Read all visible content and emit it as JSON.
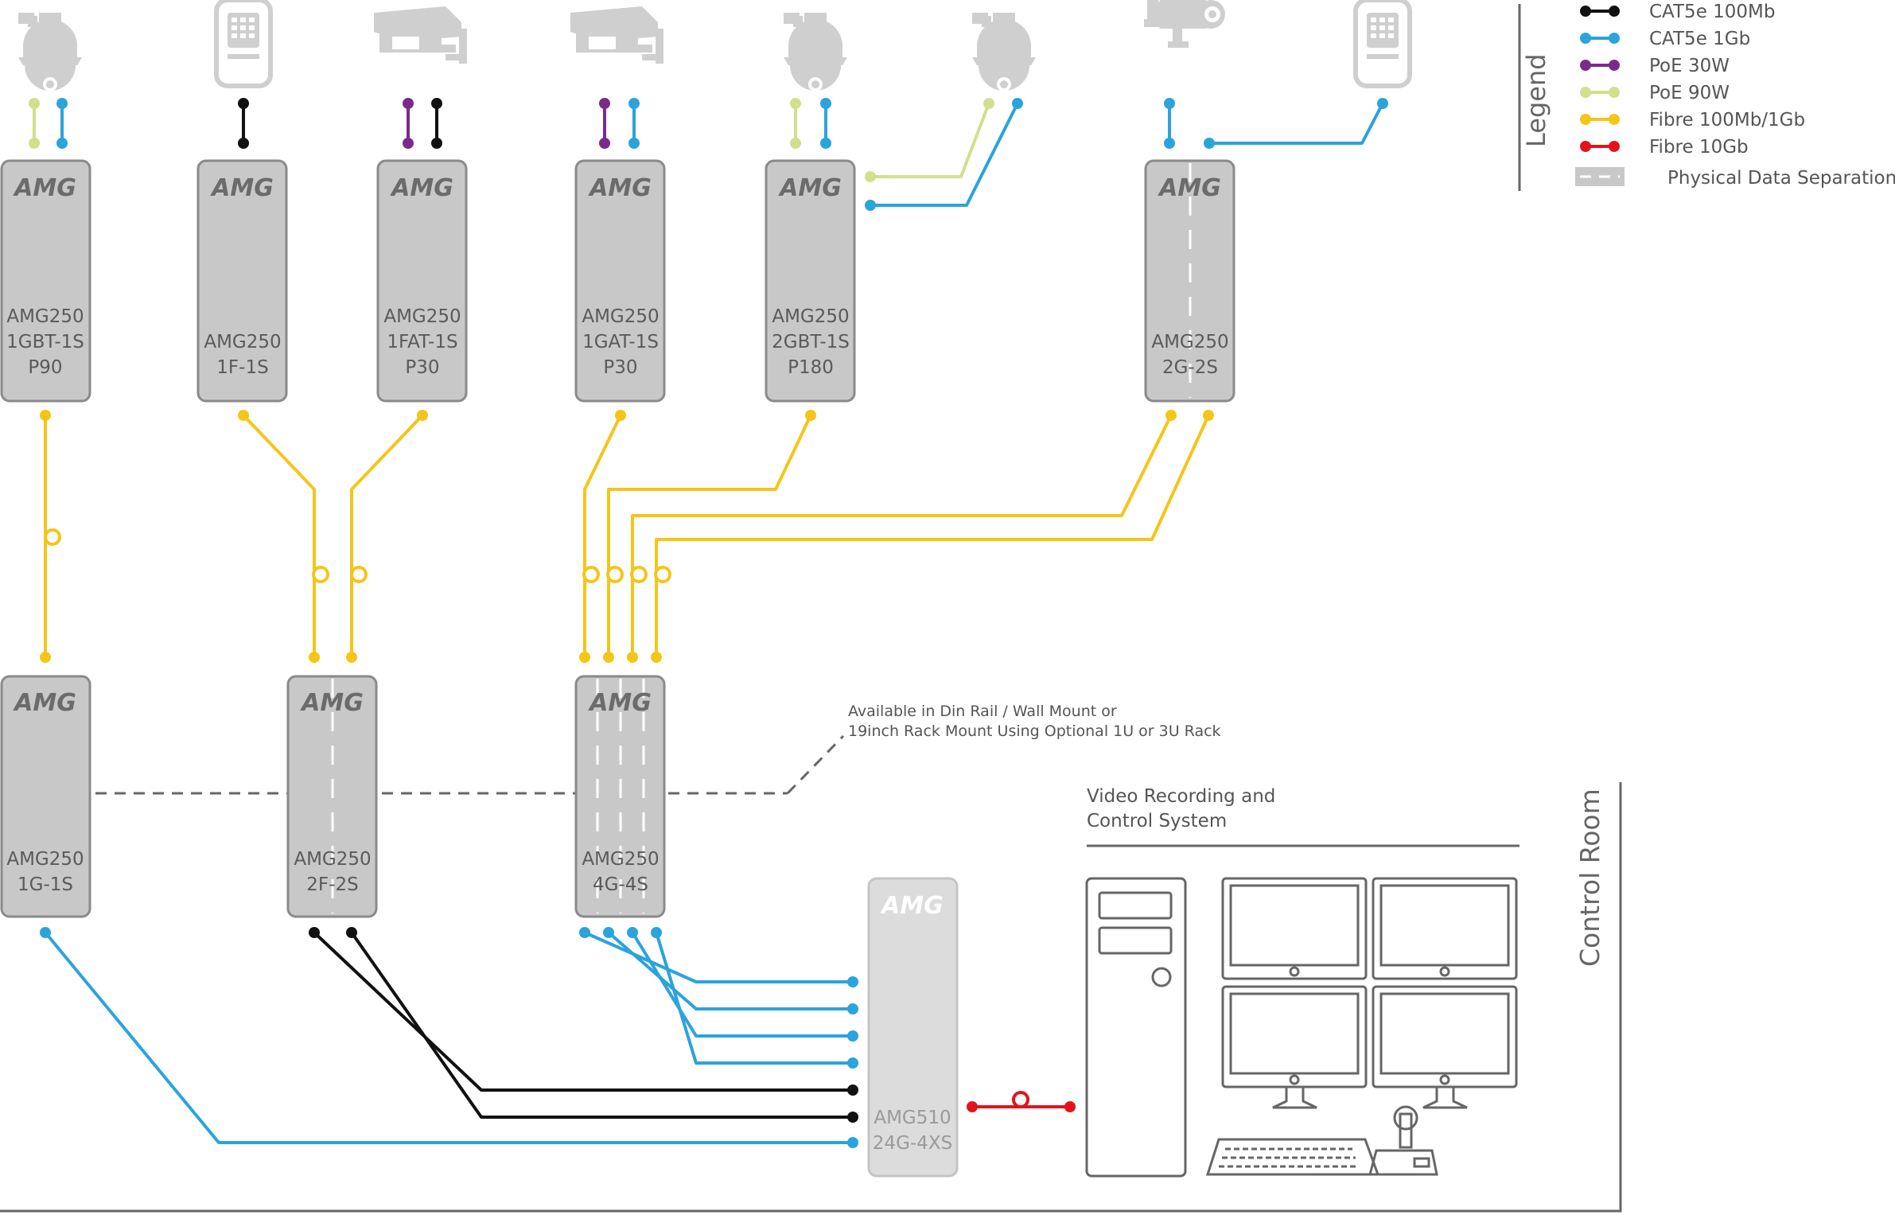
{
  "colors": {
    "cat5e_100mb": "#111111",
    "cat5e_1gb": "#2ba3dc",
    "poe_30w": "#7b2a8c",
    "poe_90w": "#d3df8c",
    "fibre_100mb_1gb": "#f5c518",
    "fibre_10gb": "#e3131b",
    "device_fill": "#c8c8c8",
    "device_fill_light": "#dcdcdc",
    "device_stroke": "#8a8a8a",
    "text_gray": "#6b6b6b",
    "icon_gray": "#cfcfcf"
  },
  "legend": {
    "title": "Legend",
    "items": [
      {
        "label": "CAT5e 100Mb",
        "color_key": "cat5e_100mb"
      },
      {
        "label": "CAT5e 1Gb",
        "color_key": "cat5e_1gb"
      },
      {
        "label": "PoE 30W",
        "color_key": "poe_30w"
      },
      {
        "label": "PoE 90W",
        "color_key": "poe_90w"
      },
      {
        "label": "Fibre 100Mb/1Gb",
        "color_key": "fibre_100mb_1gb"
      },
      {
        "label": "Fibre 10Gb",
        "color_key": "fibre_10gb"
      }
    ],
    "separation_label": "Physical Data Separation"
  },
  "brand": "AMG",
  "top_devices": [
    {
      "id": "t1",
      "lines": [
        "AMG250",
        "1GBT-1S",
        "P90"
      ]
    },
    {
      "id": "t2",
      "lines": [
        "AMG250",
        "1F-1S"
      ]
    },
    {
      "id": "t3",
      "lines": [
        "AMG250",
        "1FAT-1S",
        "P30"
      ]
    },
    {
      "id": "t4",
      "lines": [
        "AMG250",
        "1GAT-1S",
        "P30"
      ]
    },
    {
      "id": "t5",
      "lines": [
        "AMG250",
        "2GBT-1S",
        "P180"
      ]
    },
    {
      "id": "t6",
      "lines": [
        "AMG250",
        "2G-2S"
      ]
    }
  ],
  "bottom_devices": [
    {
      "id": "b1",
      "lines": [
        "AMG250",
        "1G-1S"
      ]
    },
    {
      "id": "b2",
      "lines": [
        "AMG250",
        "2F-2S"
      ]
    },
    {
      "id": "b3",
      "lines": [
        "AMG250",
        "4G-4S"
      ]
    }
  ],
  "core_switch": {
    "lines": [
      "AMG510",
      "24G-4XS"
    ]
  },
  "note": [
    "Available in Din Rail / Wall Mount or",
    "19inch Rack Mount Using Optional 1U or 3U Rack"
  ],
  "vrcs_title": [
    "Video Recording and",
    "Control System"
  ],
  "control_room": "Control Room",
  "icons": [
    "ptz-dome-camera-icon",
    "keypad-access-icon",
    "box-camera-icon",
    "box-camera-icon",
    "ptz-dome-camera-icon",
    "ptz-dome-camera-icon",
    "bullet-camera-icon",
    "keypad-access-icon"
  ]
}
